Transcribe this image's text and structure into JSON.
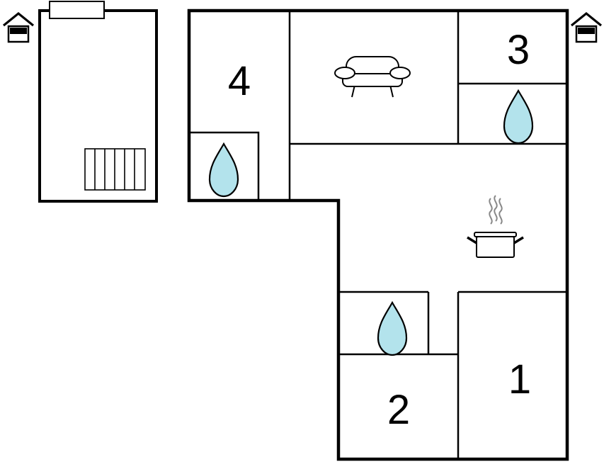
{
  "floorplan": {
    "rooms": {
      "room_1": "1",
      "room_2": "2",
      "room_3": "3",
      "room_4": "4"
    },
    "icons": {
      "house": "house-icon",
      "sofa": "sofa-icon",
      "water": "water-drop-icon",
      "cooking": "cooking-pot-icon",
      "radiator": "radiator-icon"
    },
    "colors": {
      "wall": "#000000",
      "water_fill": "#b3e3ec",
      "steam": "#888888",
      "background": "#ffffff"
    }
  }
}
